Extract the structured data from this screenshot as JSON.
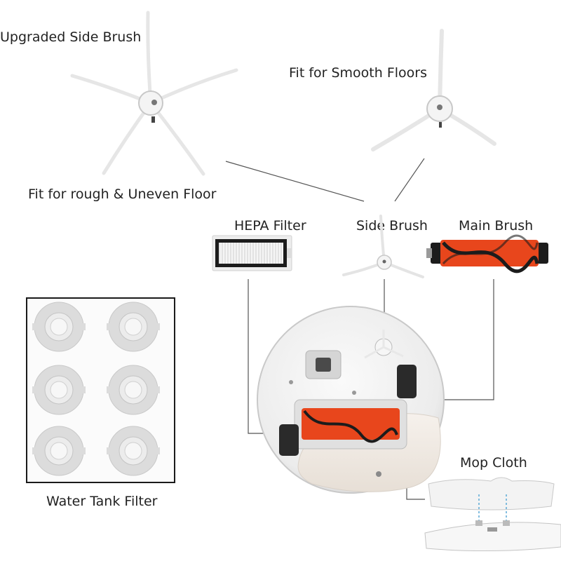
{
  "labels": {
    "upgraded_side_brush": "Upgraded Side Brush",
    "rough_floor": "Fit for rough & Uneven Floor",
    "smooth_floors": "Fit for Smooth Floors",
    "hepa_filter": "HEPA Filter",
    "side_brush": "Side Brush",
    "main_brush": "Main Brush",
    "mop_cloth": "Mop Cloth",
    "water_tank_filter": "Water Tank Filter"
  },
  "colors": {
    "brush_orange": "#e8461c",
    "brush_black": "#1c1c1c",
    "robot_body": "#f2f2f2",
    "mop_cloth": "#f1ebe4",
    "filter_grey": "#dcdcdc",
    "line": "#555555"
  }
}
